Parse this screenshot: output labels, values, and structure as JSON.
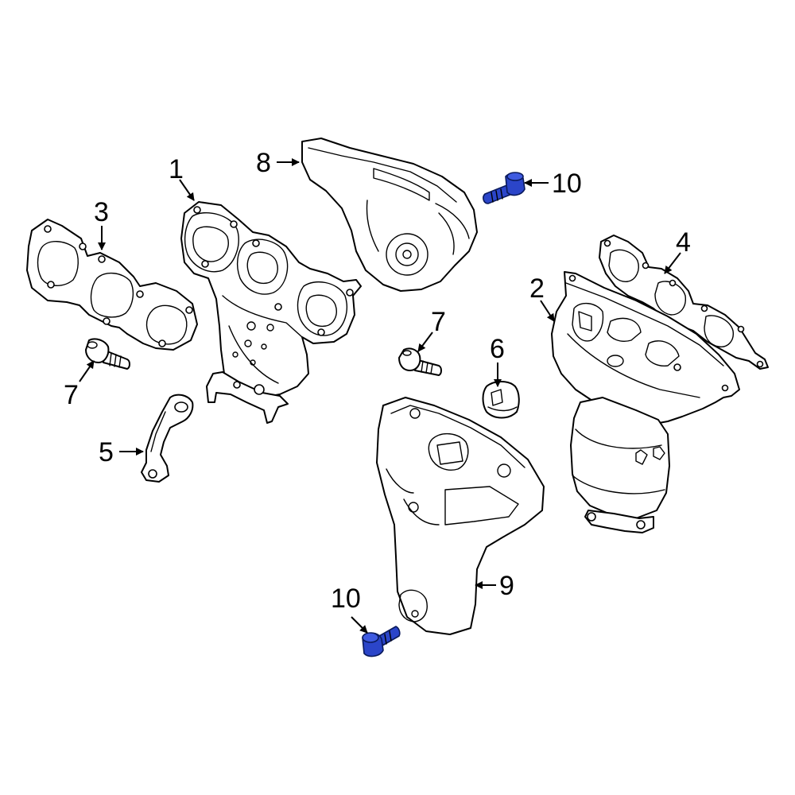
{
  "callouts": [
    {
      "id": "1",
      "label": "1"
    },
    {
      "id": "2",
      "label": "2"
    },
    {
      "id": "3",
      "label": "3"
    },
    {
      "id": "4",
      "label": "4"
    },
    {
      "id": "5",
      "label": "5"
    },
    {
      "id": "6",
      "label": "6"
    },
    {
      "id": "7a",
      "label": "7"
    },
    {
      "id": "7b",
      "label": "7"
    },
    {
      "id": "8",
      "label": "8"
    },
    {
      "id": "9",
      "label": "9"
    },
    {
      "id": "10a",
      "label": "10"
    },
    {
      "id": "10b",
      "label": "10"
    }
  ],
  "colors": {
    "line": "#000000",
    "background": "#ffffff",
    "highlight": "#2b45c9",
    "highlight_dark": "#1a2c8a"
  }
}
